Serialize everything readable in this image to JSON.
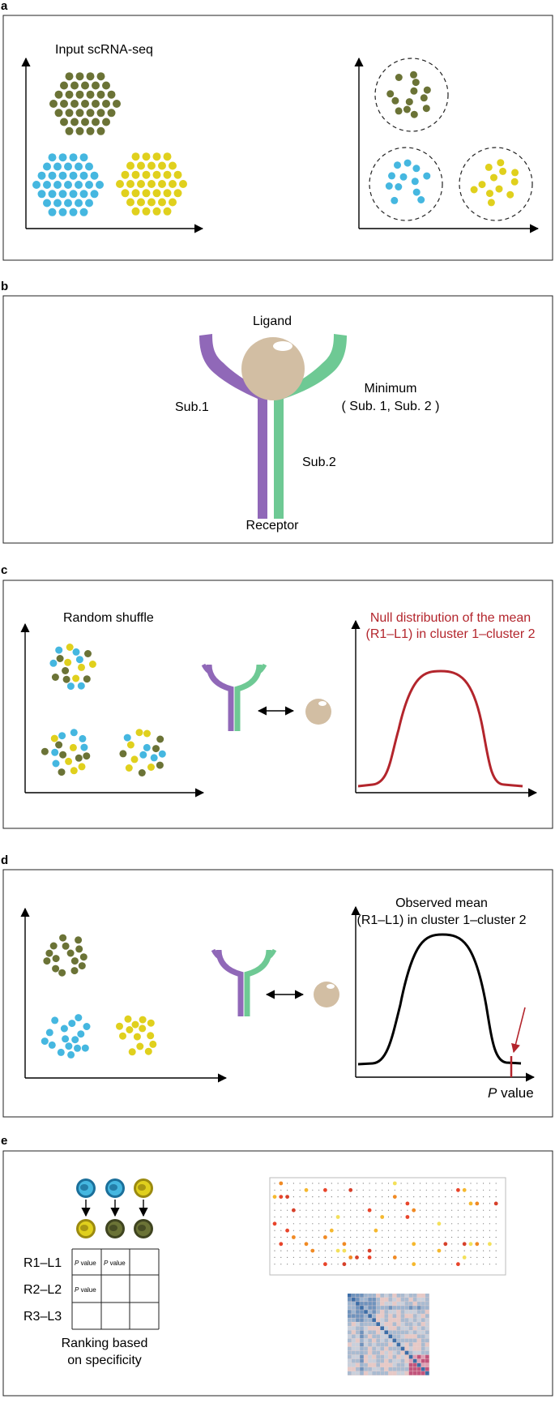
{
  "panels": {
    "a": {
      "letter": "a",
      "title": "Input scRNA-seq"
    },
    "b": {
      "letter": "b",
      "ligand": "Ligand",
      "sub1": "Sub.1",
      "sub2": "Sub.2",
      "receptor": "Receptor",
      "minimum_line1": "Minimum",
      "minimum_line2": "( Sub. 1, Sub. 2 )"
    },
    "c": {
      "letter": "c",
      "title": "Random shuffle",
      "null_line1": "Null distribution of the mean",
      "null_line2": "(R1–L1) in cluster 1–cluster 2"
    },
    "d": {
      "letter": "d",
      "obs_line1": "Observed mean",
      "obs_line2": "(R1–L1) in cluster 1–cluster 2",
      "pvalue_italic": "P",
      "pvalue_rest": " value"
    },
    "e": {
      "letter": "e",
      "rows": [
        "R1–L1",
        "R2–L2",
        "R3–L3"
      ],
      "cell_italic": "P",
      "cell_rest": " value",
      "ranking_line1": "Ranking based",
      "ranking_line2": "on specificity"
    }
  },
  "colors": {
    "olive": "#6b7336",
    "blue": "#45b7e0",
    "yellow": "#e0d01d",
    "purple": "#9068b8",
    "green": "#6ec994",
    "ligand": "#d2bea3",
    "red": "#b3252c",
    "black": "#000000"
  }
}
